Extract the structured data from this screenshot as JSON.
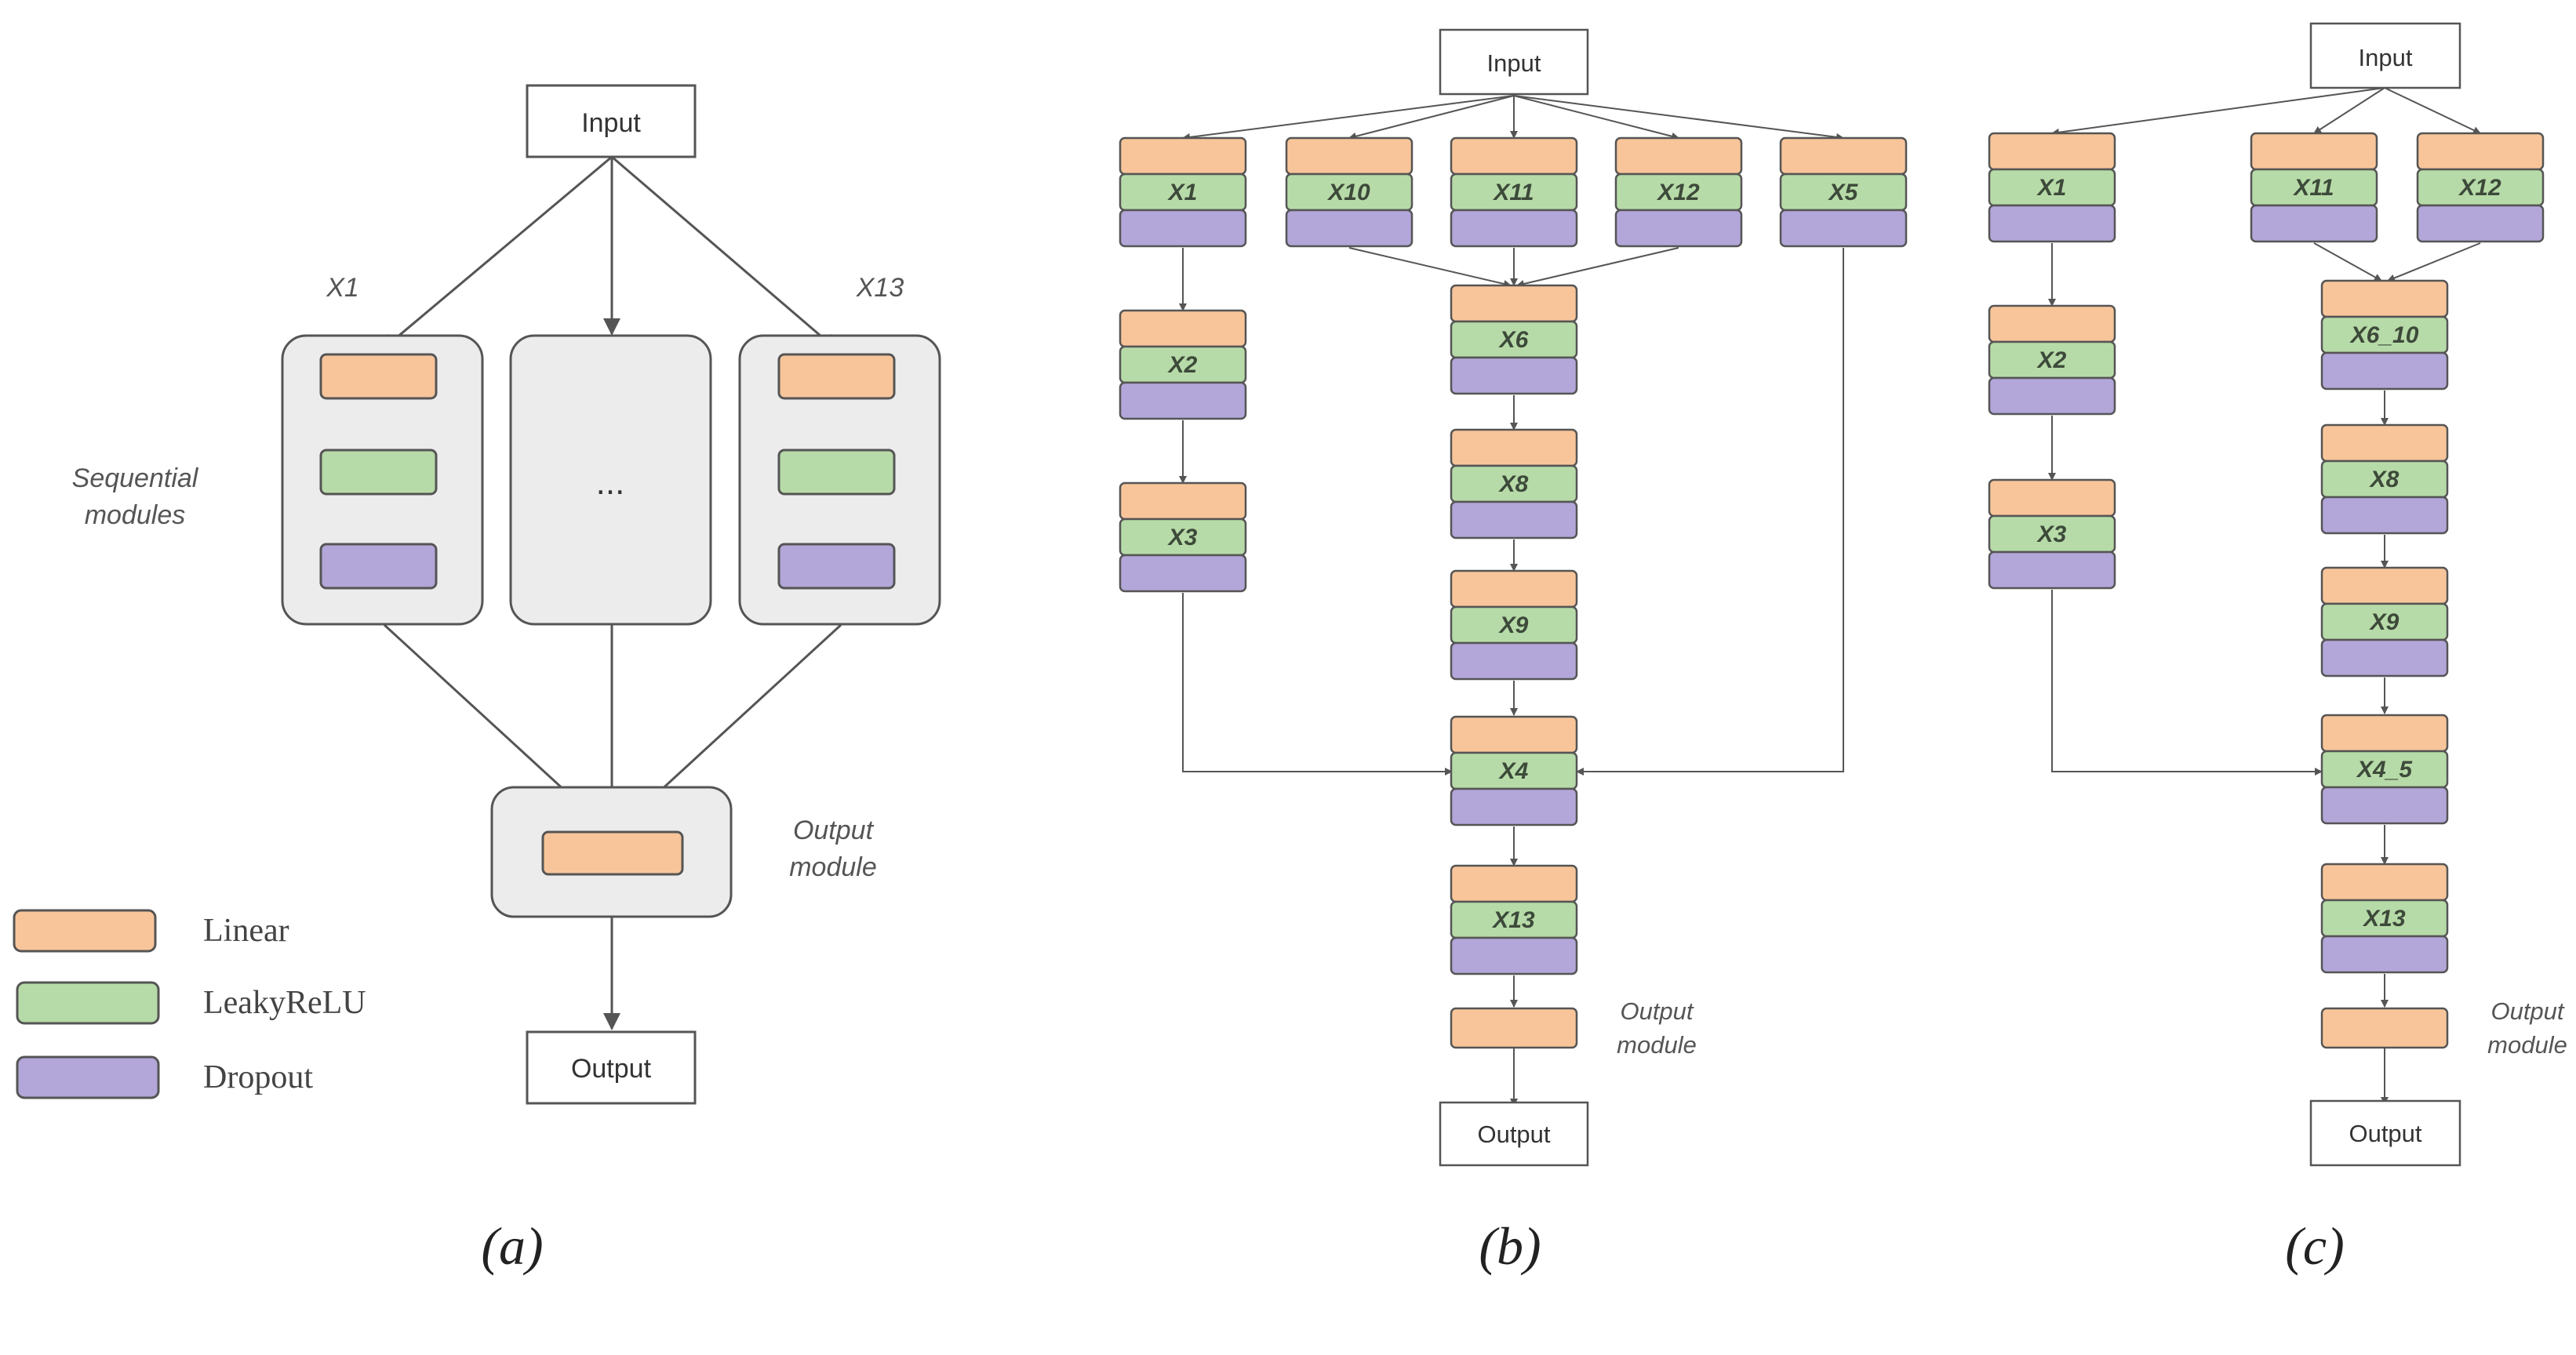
{
  "colors": {
    "linear": "#f8c59a",
    "leaky_relu": "#b7dba8",
    "dropout": "#b3a6d9",
    "module_bg": "#ececec",
    "stroke": "#555555",
    "arrow": "#555555"
  },
  "legend": {
    "linear": "Linear",
    "leaky_relu": "LeakyReLU",
    "dropout": "Dropout"
  },
  "panel_a": {
    "input": "Input",
    "output": "Output",
    "x_first": "X1",
    "x_last": "X13",
    "ellipsis": "...",
    "sequential_line1": "Sequential",
    "sequential_line2": "modules",
    "output_module_line1": "Output",
    "output_module_line2": "module",
    "caption": "(a)"
  },
  "panel_b": {
    "input": "Input",
    "output": "Output",
    "output_module_line1": "Output",
    "output_module_line2": "module",
    "caption": "(b)",
    "modules": [
      "X1",
      "X10",
      "X11",
      "X12",
      "X5",
      "X2",
      "X6",
      "X3",
      "X8",
      "X9",
      "X4",
      "X13"
    ]
  },
  "panel_c": {
    "input": "Input",
    "output": "Output",
    "output_module_line1": "Output",
    "output_module_line2": "module",
    "caption": "(c)",
    "modules": [
      "X1",
      "X11",
      "X12",
      "X2",
      "X6_10",
      "X3",
      "X8",
      "X9",
      "X4_5",
      "X13"
    ]
  }
}
